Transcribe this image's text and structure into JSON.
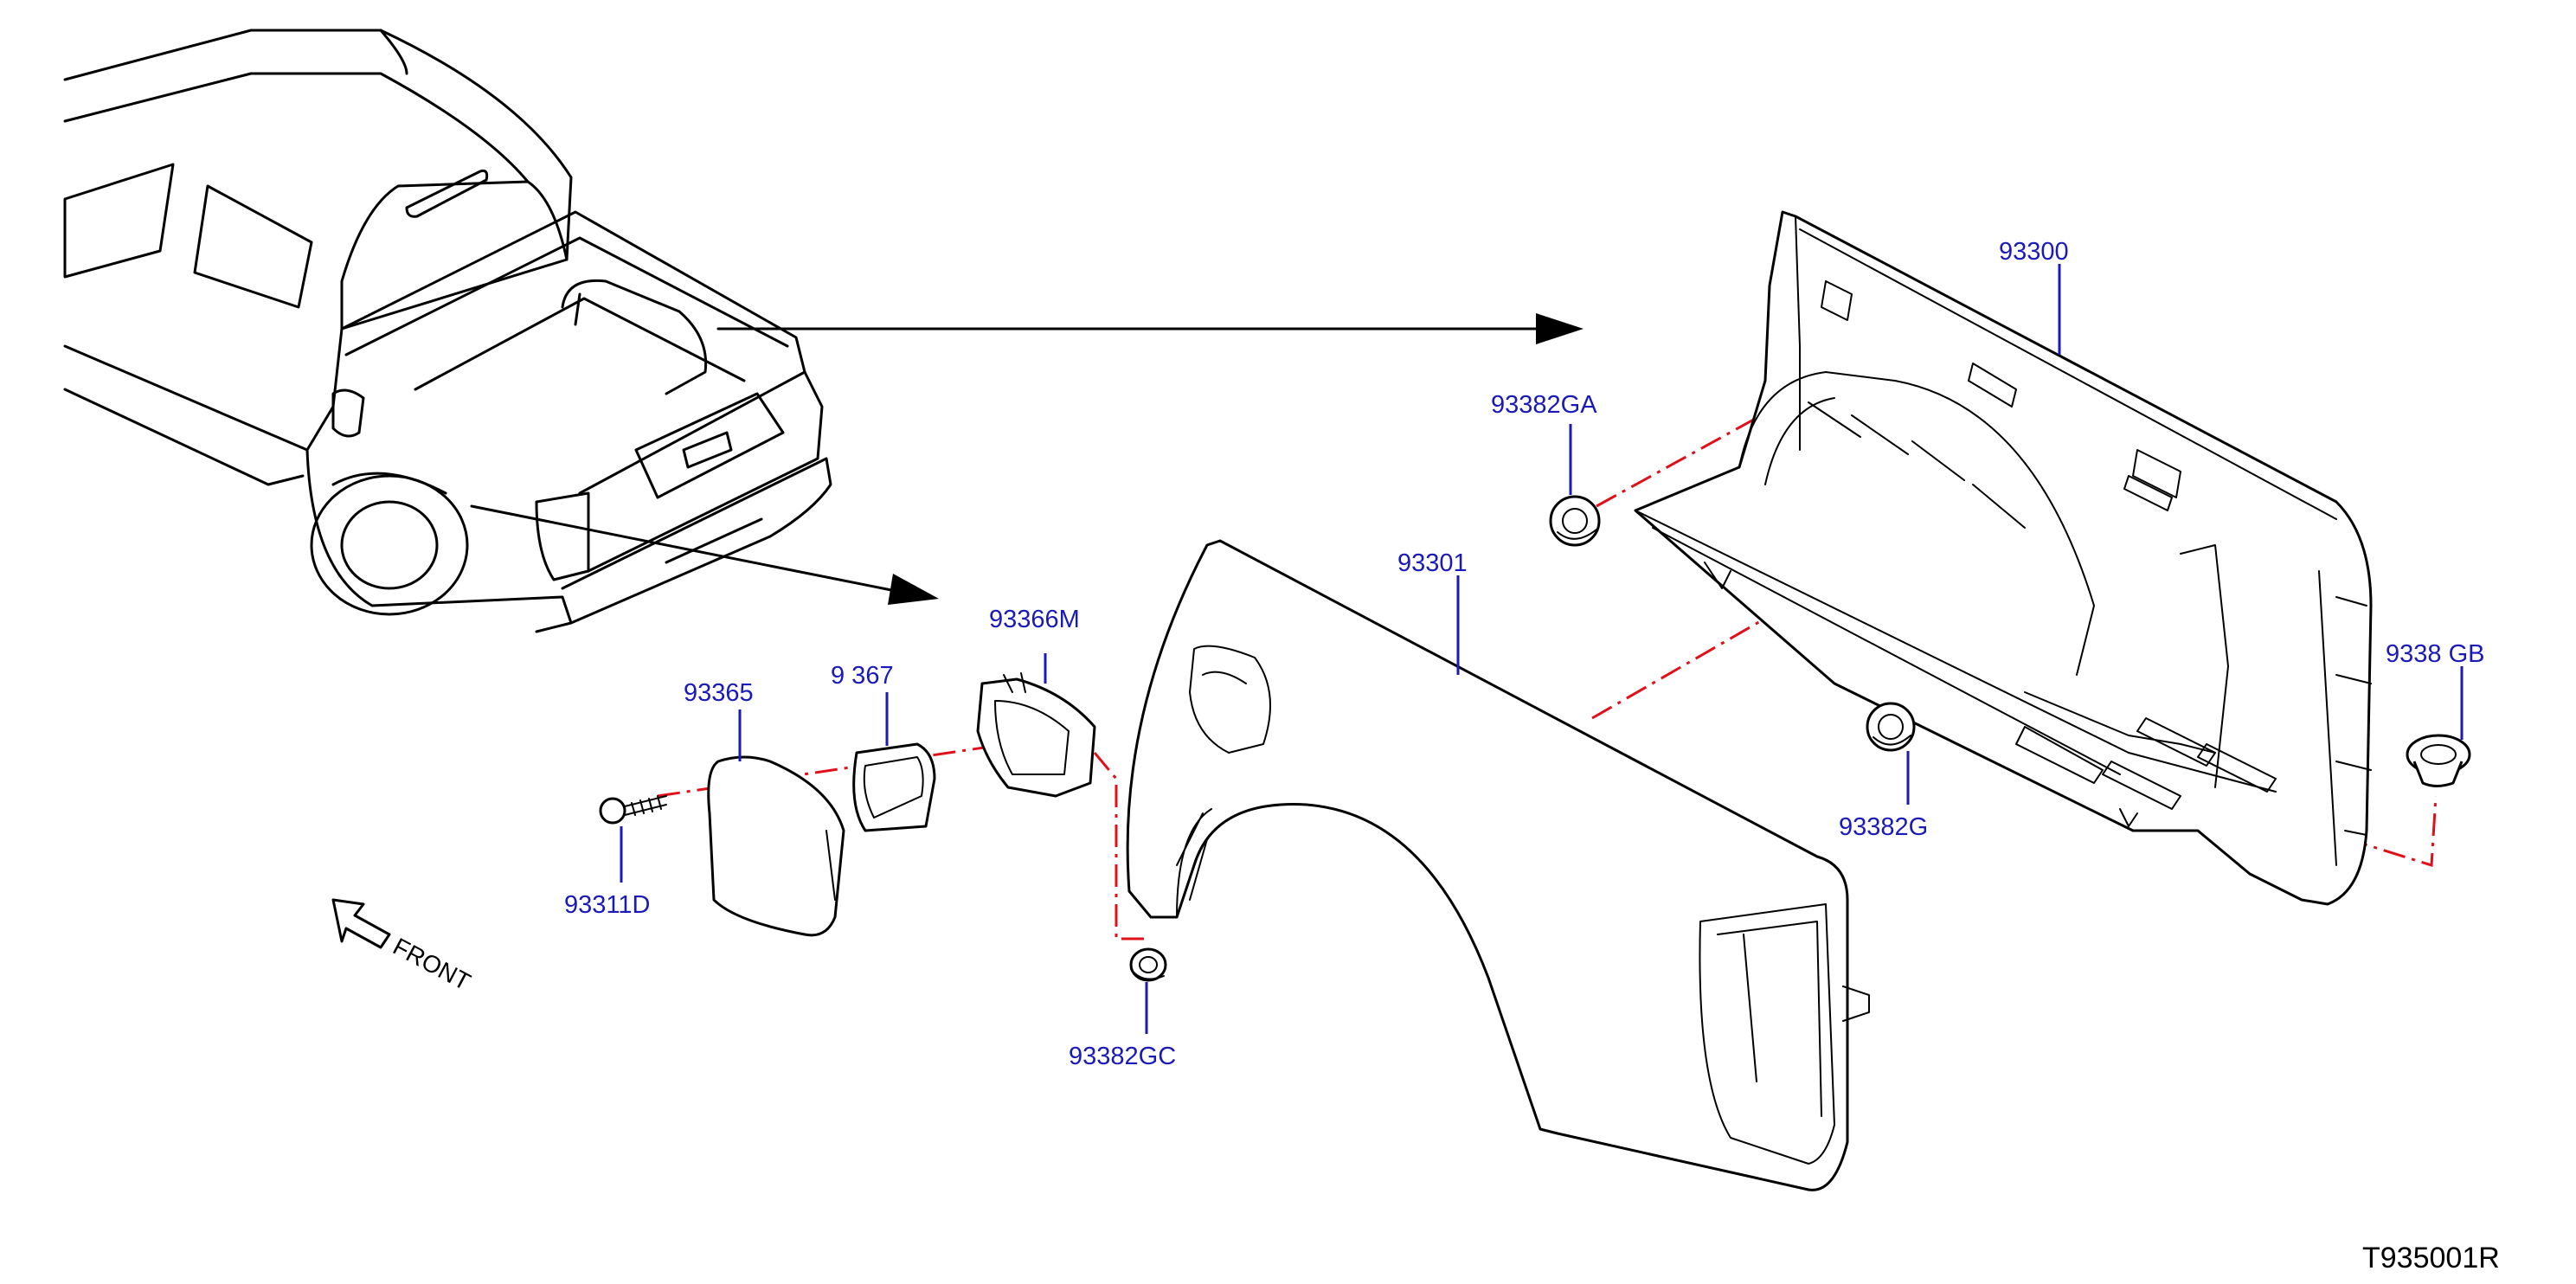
{
  "part_labels": {
    "p93300": "93300",
    "p93301": "93301",
    "p93382GA": "93382GA",
    "p93382GB": "9338 GB",
    "p93382G": "93382G",
    "p93382GC": "93382GC",
    "p93366M": "93366M",
    "p93367": "9 367",
    "p93365": "93365",
    "p93311D": "93311D"
  },
  "direction_label": "FRONT",
  "drawing_code": "T935001R",
  "colors": {
    "label": "#1a1ab8",
    "assembly_line": "#e0101a",
    "outline": "#000000"
  }
}
